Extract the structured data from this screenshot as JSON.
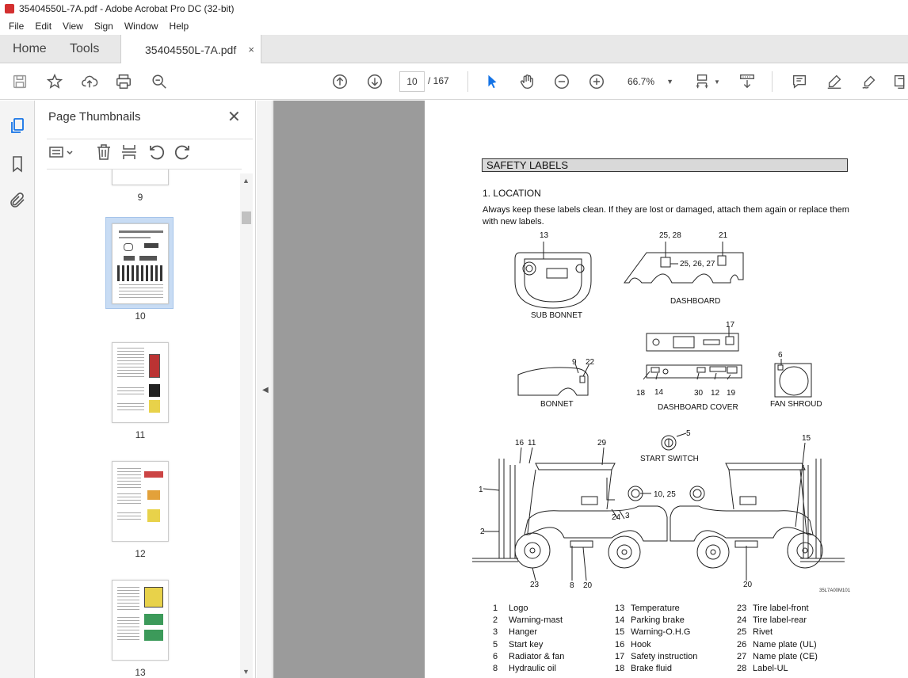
{
  "window": {
    "title": "35404550L-7A.pdf - Adobe Acrobat Pro DC (32-bit)"
  },
  "menu": [
    "File",
    "Edit",
    "View",
    "Sign",
    "Window",
    "Help"
  ],
  "tabs": {
    "home": "Home",
    "tools": "Tools",
    "document": "35404550L-7A.pdf",
    "close": "×"
  },
  "toolbar": {
    "page_current": "10",
    "page_total": "/ 167",
    "zoom": "66.7%"
  },
  "thumbnails": {
    "title": "Page Thumbnails",
    "close": "✕",
    "pages": [
      {
        "label": "9"
      },
      {
        "label": "10",
        "selected": true
      },
      {
        "label": "11"
      },
      {
        "label": "12"
      },
      {
        "label": "13"
      }
    ]
  },
  "document": {
    "section_title": "SAFETY LABELS",
    "subsection": "1. LOCATION",
    "intro": "Always keep these labels clean.  If they are lost or damaged, attach them again or replace them with new labels.",
    "part_labels": {
      "sub_bonnet": "SUB BONNET",
      "dashboard": "DASHBOARD",
      "bonnet": "BONNET",
      "dashboard_cover": "DASHBOARD COVER",
      "fan_shroud": "FAN SHROUD",
      "start_switch": "START SWITCH"
    },
    "callouts": {
      "c13": "13",
      "c25_28": "25, 28",
      "c21": "21",
      "c25_26_27": "25, 26, 27",
      "c17": "17",
      "c9": "9",
      "c22": "22",
      "c6": "6",
      "c18": "18",
      "c14": "14",
      "c30": "30",
      "c12": "12",
      "c19": "19",
      "c5": "5",
      "c16": "16",
      "c11": "11",
      "c29": "29",
      "c15": "15",
      "c1": "1",
      "c2": "2",
      "c10_25": "10, 25",
      "c24": "24",
      "c3": "3",
      "c23": "23",
      "c8": "8",
      "c20a": "20",
      "c20b": "20"
    },
    "figure_code": "35L7A00M101",
    "legend": [
      [
        {
          "n": "1",
          "name": "Logo"
        },
        {
          "n": "2",
          "name": "Warning-mast"
        },
        {
          "n": "3",
          "name": "Hanger"
        },
        {
          "n": "5",
          "name": "Start key"
        },
        {
          "n": "6",
          "name": "Radiator & fan"
        },
        {
          "n": "8",
          "name": "Hydraulic oil"
        }
      ],
      [
        {
          "n": "13",
          "name": "Temperature"
        },
        {
          "n": "14",
          "name": "Parking brake"
        },
        {
          "n": "15",
          "name": "Warning-O.H.G"
        },
        {
          "n": "16",
          "name": "Hook"
        },
        {
          "n": "17",
          "name": "Safety instruction"
        },
        {
          "n": "18",
          "name": "Brake fluid"
        }
      ],
      [
        {
          "n": "23",
          "name": "Tire label-front"
        },
        {
          "n": "24",
          "name": "Tire label-rear"
        },
        {
          "n": "25",
          "name": "Rivet"
        },
        {
          "n": "26",
          "name": "Name plate (UL)"
        },
        {
          "n": "27",
          "name": "Name plate (CE)"
        },
        {
          "n": "28",
          "name": "Label-UL"
        }
      ]
    ]
  },
  "colors": {
    "accent": "#1473e6",
    "selected_thumb": "#c8dcf4",
    "doc_background": "#9b9b9b"
  }
}
